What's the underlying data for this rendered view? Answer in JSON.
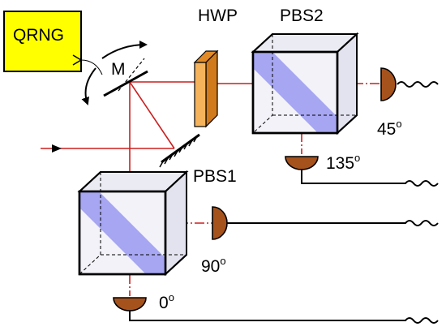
{
  "labels": {
    "qrng": "QRNG",
    "mirror": "M",
    "hwp": "HWP",
    "pbs1": "PBS1",
    "pbs2": "PBS2"
  },
  "detectors": {
    "d45": {
      "angle": "45",
      "unit": "o"
    },
    "d135": {
      "angle": "135",
      "unit": "o"
    },
    "d90": {
      "angle": "90",
      "unit": "o"
    },
    "d0": {
      "angle": "0",
      "unit": "o"
    }
  },
  "colors": {
    "beam": "#cc1f1f",
    "qrng_box": "#ffff00",
    "hwp_front": "#f5b35c",
    "hwp_side": "#e08a28",
    "cube_diagonal": "#8c8cf0",
    "detector": "#a6521c"
  }
}
